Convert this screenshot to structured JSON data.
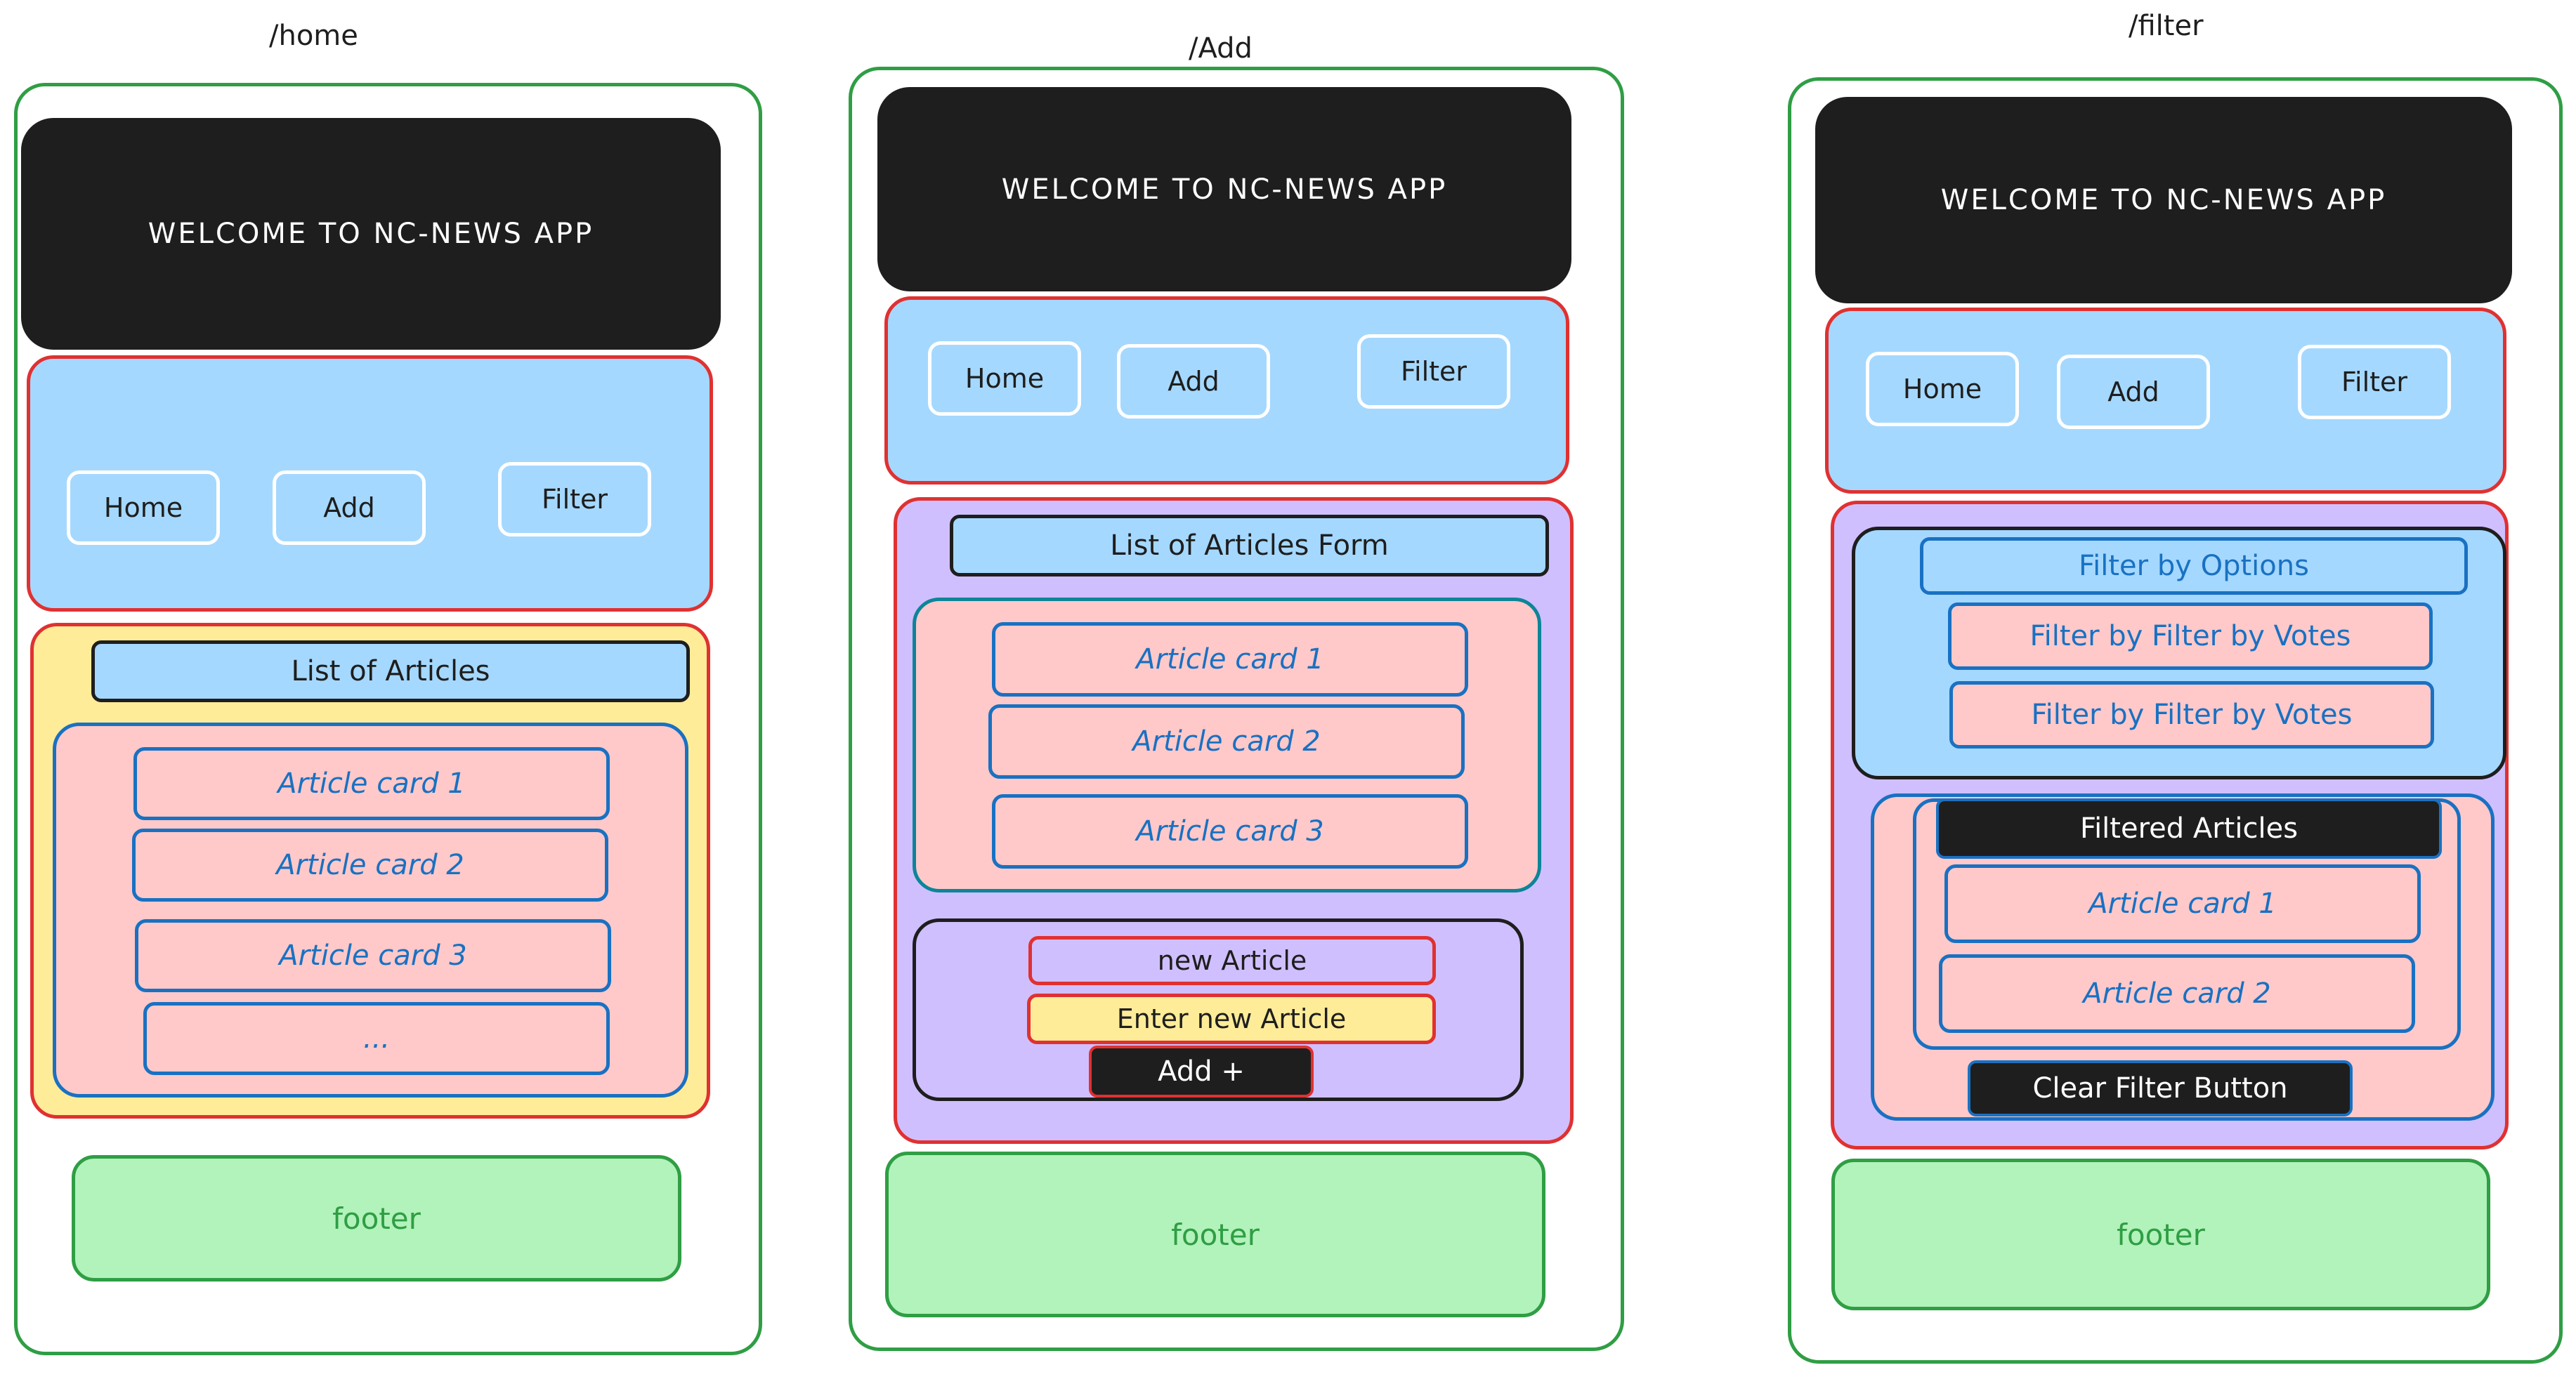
{
  "pages": [
    {
      "route": "/home",
      "header_title": "WELCOME TO NC-NEWS APP",
      "nav": {
        "home": "Home",
        "add": "Add",
        "filter": "Filter"
      },
      "list_title": "List of Articles",
      "cards": [
        "Article card 1",
        "Article card 2",
        "Article card 3",
        "..."
      ],
      "footer": "footer"
    },
    {
      "route": "/Add",
      "header_title": "WELCOME TO NC-NEWS APP",
      "nav": {
        "home": "Home",
        "add": "Add",
        "filter": "Filter"
      },
      "list_title": "List of Articles Form",
      "cards": [
        "Article card 1",
        "Article card 2",
        "Article card 3"
      ],
      "form": {
        "title": "new Article",
        "input_label": "Enter new Article",
        "add_button": "Add +"
      },
      "footer": "footer"
    },
    {
      "route": "/filter",
      "header_title": "WELCOME TO NC-NEWS APP",
      "nav": {
        "home": "Home",
        "add": "Add",
        "filter": "Filter"
      },
      "filter_options": {
        "title": "Filter by Options",
        "options": [
          "Filter by Filter by Votes",
          "Filter by Filter by Votes"
        ]
      },
      "filtered_title": "Filtered Articles",
      "cards": [
        "Article card 1",
        "Article card 2"
      ],
      "clear_button": "Clear Filter Button",
      "footer": "footer"
    }
  ],
  "colors": {
    "frame_border": "#2f9e44",
    "header_bg": "#1e1e1e",
    "nav_bg": "#a5d8ff",
    "nav_border": "#e03131",
    "list_panel_bg": "#ffec99",
    "purple_panel_bg": "#d0bfff",
    "card_bg": "#ffc9c9",
    "card_border": "#1971c2",
    "footer_bg": "#b2f2bb"
  }
}
